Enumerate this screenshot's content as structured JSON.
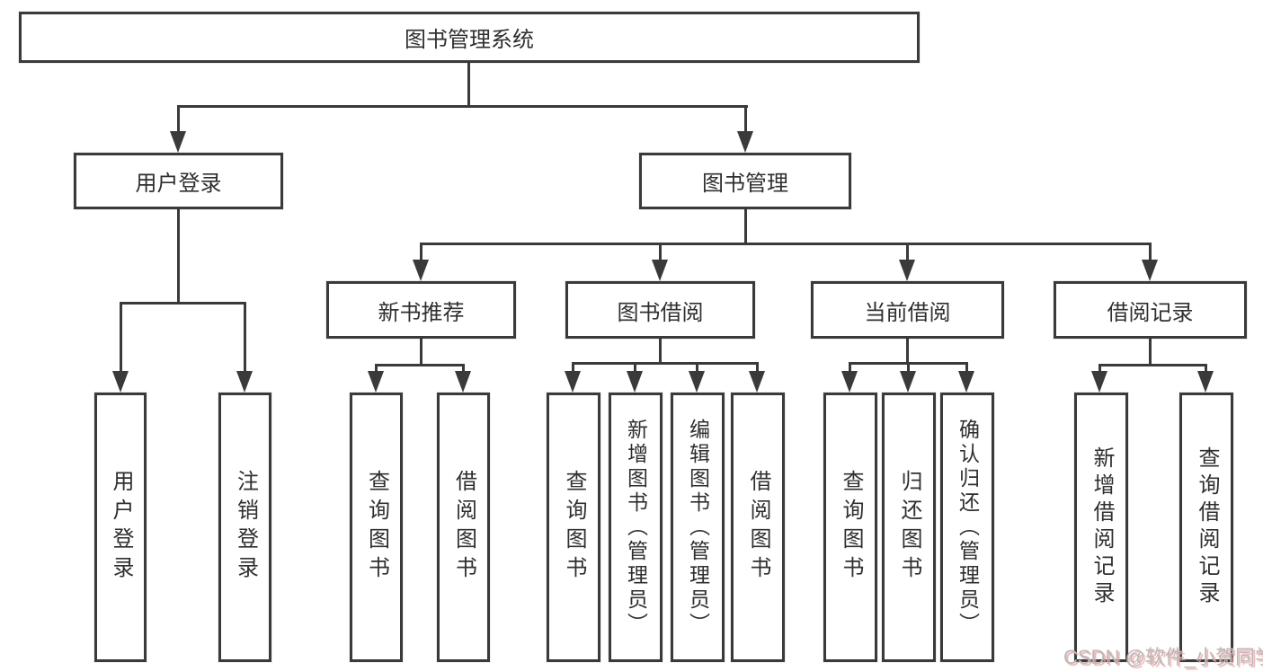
{
  "diagram": {
    "root": {
      "label": "图书管理系统"
    },
    "level2": {
      "user_login": {
        "label": "用户登录",
        "children": [
          {
            "label": "用户登录"
          },
          {
            "label": "注销登录"
          }
        ]
      },
      "book_management": {
        "label": "图书管理",
        "sections": {
          "new_books": {
            "label": "新书推荐",
            "children": [
              {
                "label": "查询图书"
              },
              {
                "label": "借阅图书"
              }
            ]
          },
          "book_borrow": {
            "label": "图书借阅",
            "children": [
              {
                "label": "查询图书"
              },
              {
                "label": "新增图书（管理员）"
              },
              {
                "label": "编辑图书（管理员）"
              },
              {
                "label": "借阅图书"
              }
            ]
          },
          "current_borrow": {
            "label": "当前借阅",
            "children": [
              {
                "label": "查询图书"
              },
              {
                "label": "归还图书"
              },
              {
                "label": "确认归还（管理员）"
              }
            ]
          },
          "borrow_records": {
            "label": "借阅记录",
            "children": [
              {
                "label": "新增借阅记录"
              },
              {
                "label": "查询借阅记录"
              }
            ]
          }
        }
      }
    }
  },
  "watermark": {
    "text": "CSDN @软件_小贺同学"
  },
  "colors": {
    "line": "#3a3a3a",
    "text": "#2f2f2f",
    "background": "#ffffff",
    "box_bg": "#ffffff",
    "watermark": "#b9b9b9",
    "watermark_shadow": "rgba(235,160,160,0.85)"
  }
}
